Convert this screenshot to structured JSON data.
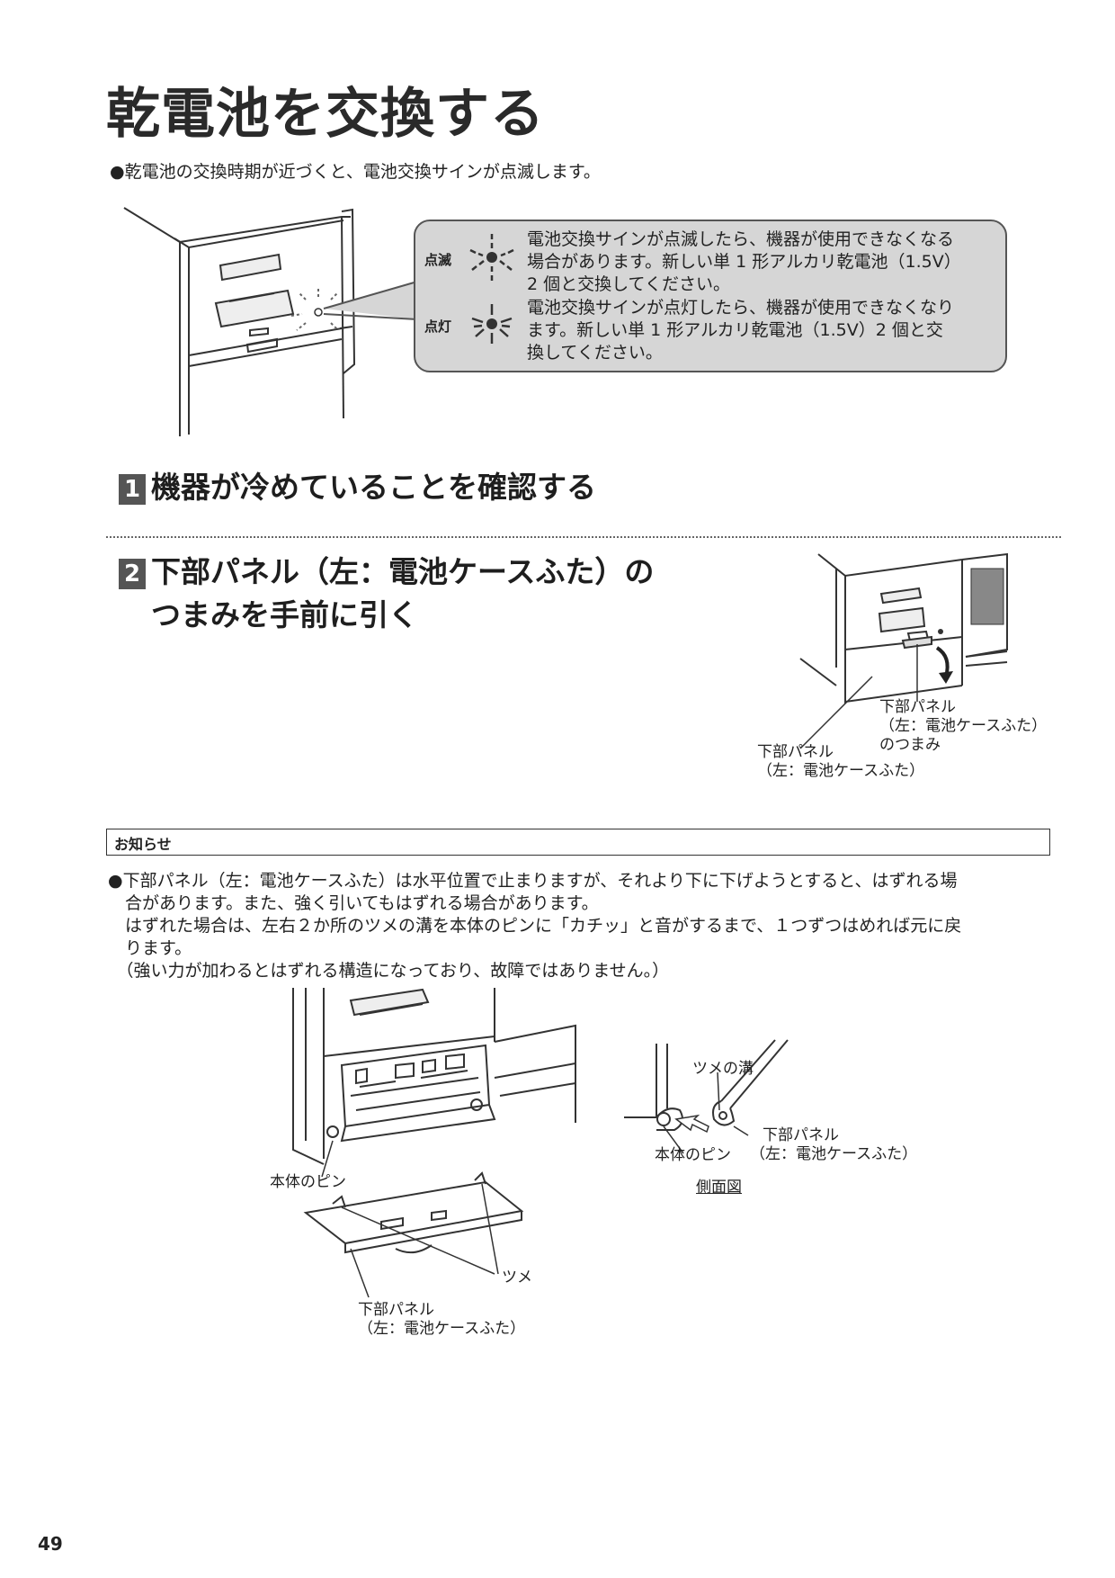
{
  "title": "乾電池を交換する",
  "intro": "●乾電池の交換時期が近づくと、電池交換サインが点滅します。",
  "callout": {
    "blink_label": "点滅",
    "blink_lines": [
      "電池交換サインが点滅したら、機器が使用できなくなる",
      "場合があります。新しい単 1 形アルカリ乾電池（1.5V）",
      "2 個と交換してください。"
    ],
    "lit_label": "点灯",
    "lit_lines": [
      "電池交換サインが点灯したら、機器が使用できなくなり",
      "ます。新しい単 1 形アルカリ乾電池（1.5V）2 個と交",
      "換してください。"
    ]
  },
  "step1": {
    "num": "1",
    "text": "機器が冷めていることを確認する"
  },
  "step2": {
    "num": "2",
    "line1": "下部パネル（左：電池ケースふた）の",
    "line2": "つまみを手前に引く"
  },
  "fig2": {
    "label_knob": [
      "下部パネル",
      "（左：電池ケースふた）",
      "のつまみ"
    ],
    "label_panel": [
      "下部パネル",
      "（左：電池ケースふた）"
    ]
  },
  "notice": {
    "heading": "お知らせ",
    "lines": [
      "●下部パネル（左：電池ケースふた）は水平位置で止まりますが、それより下に下げようとすると、はずれる場",
      "　合があります。また、強く引いてもはずれる場合があります。",
      "　はずれた場合は、左右２か所のツメの溝を本体のピンに「カチッ」と音がするまで、１つずつはめれば元に戻",
      "　ります。",
      "　（強い力が加わるとはずれる構造になっており、故障ではありません。）"
    ]
  },
  "fig3": {
    "pin": "本体のピン",
    "tab": "ツメ",
    "panel": [
      "下部パネル",
      "（左：電池ケースふた）"
    ]
  },
  "fig4": {
    "groove": "ツメの溝",
    "panel": [
      "下部パネル",
      "（左：電池ケースふた）"
    ],
    "pin": "本体のピン",
    "caption": "側面図"
  },
  "page_number": "49"
}
